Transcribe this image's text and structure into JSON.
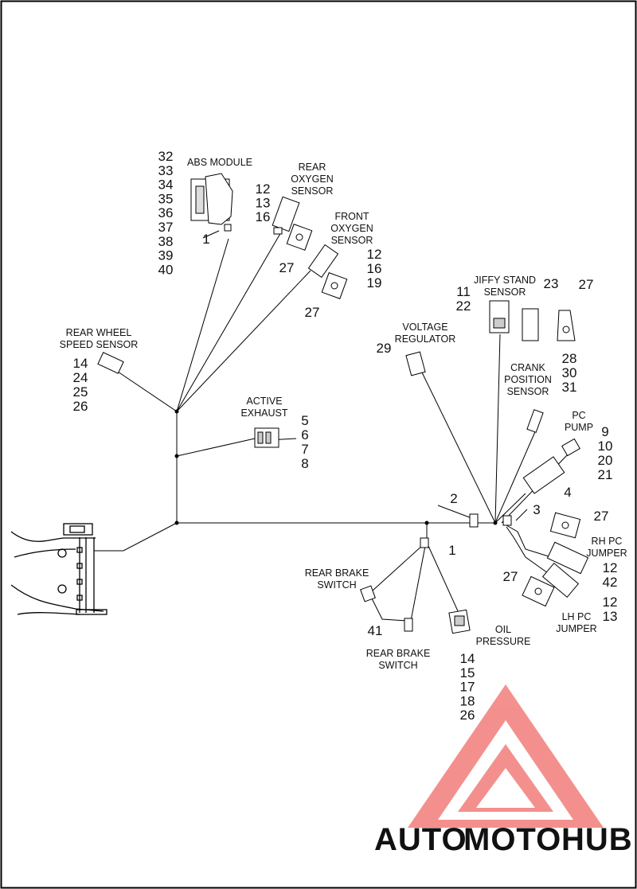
{
  "labels": {
    "abs_module": "ABS MODULE",
    "abs_nums": [
      "32",
      "33",
      "34",
      "35",
      "36",
      "37",
      "38",
      "39",
      "40"
    ],
    "abs_item": "1",
    "rear_oxygen": [
      "REAR",
      "OXYGEN",
      "SENSOR"
    ],
    "rear_oxygen_nums": [
      "12",
      "13",
      "16"
    ],
    "rear_oxygen_item": "27",
    "front_oxygen": [
      "FRONT",
      "OXYGEN",
      "SENSOR"
    ],
    "front_oxygen_nums": [
      "12",
      "16",
      "19"
    ],
    "front_oxygen_item": "27",
    "jiffy_stand": [
      "JIFFY STAND",
      "SENSOR"
    ],
    "jiffy_nums": [
      "11",
      "22"
    ],
    "item_23": "23",
    "item_27_jiffy": "27",
    "voltage_regulator": [
      "VOLTAGE",
      "REGULATOR"
    ],
    "voltage_num": "29",
    "crank": [
      "CRANK",
      "POSITION",
      "SENSOR"
    ],
    "crank_nums": [
      "28",
      "30",
      "31"
    ],
    "rear_wheel": [
      "REAR WHEEL",
      "SPEED SENSOR"
    ],
    "rear_wheel_nums": [
      "14",
      "24",
      "25",
      "26"
    ],
    "active_exhaust": [
      "ACTIVE",
      "EXHAUST"
    ],
    "active_nums": [
      "5",
      "6",
      "7",
      "8"
    ],
    "pc_pump": [
      "PC",
      "PUMP"
    ],
    "pc_pump_nums": [
      "9",
      "10",
      "20",
      "21"
    ],
    "item_4": "4",
    "item_2": "2",
    "item_3": "3",
    "item_1_lower": "1",
    "rh_pc_jumper": [
      "RH PC",
      "JUMPER"
    ],
    "rh_item": "27",
    "rh_nums": [
      "12",
      "42"
    ],
    "lh_pc_jumper": [
      "LH PC",
      "JUMPER"
    ],
    "lh_item": "27",
    "lh_nums": [
      "12",
      "13"
    ],
    "rear_brake_switch_top": [
      "REAR BRAKE",
      "SWITCH"
    ],
    "rear_brake_switch_bottom": [
      "REAR BRAKE",
      "SWITCH"
    ],
    "brake_num": "41",
    "oil_pressure": [
      "OIL",
      "PRESSURE"
    ],
    "oil_nums": [
      "14",
      "15",
      "17",
      "18",
      "26"
    ]
  },
  "watermark": {
    "part1": "AUTO",
    "part2": "MOTO",
    "part3": "HUB",
    "color_orange": "#f7b23b",
    "color_red": "#ef5a55",
    "color_gray": "#8a8a8a"
  }
}
